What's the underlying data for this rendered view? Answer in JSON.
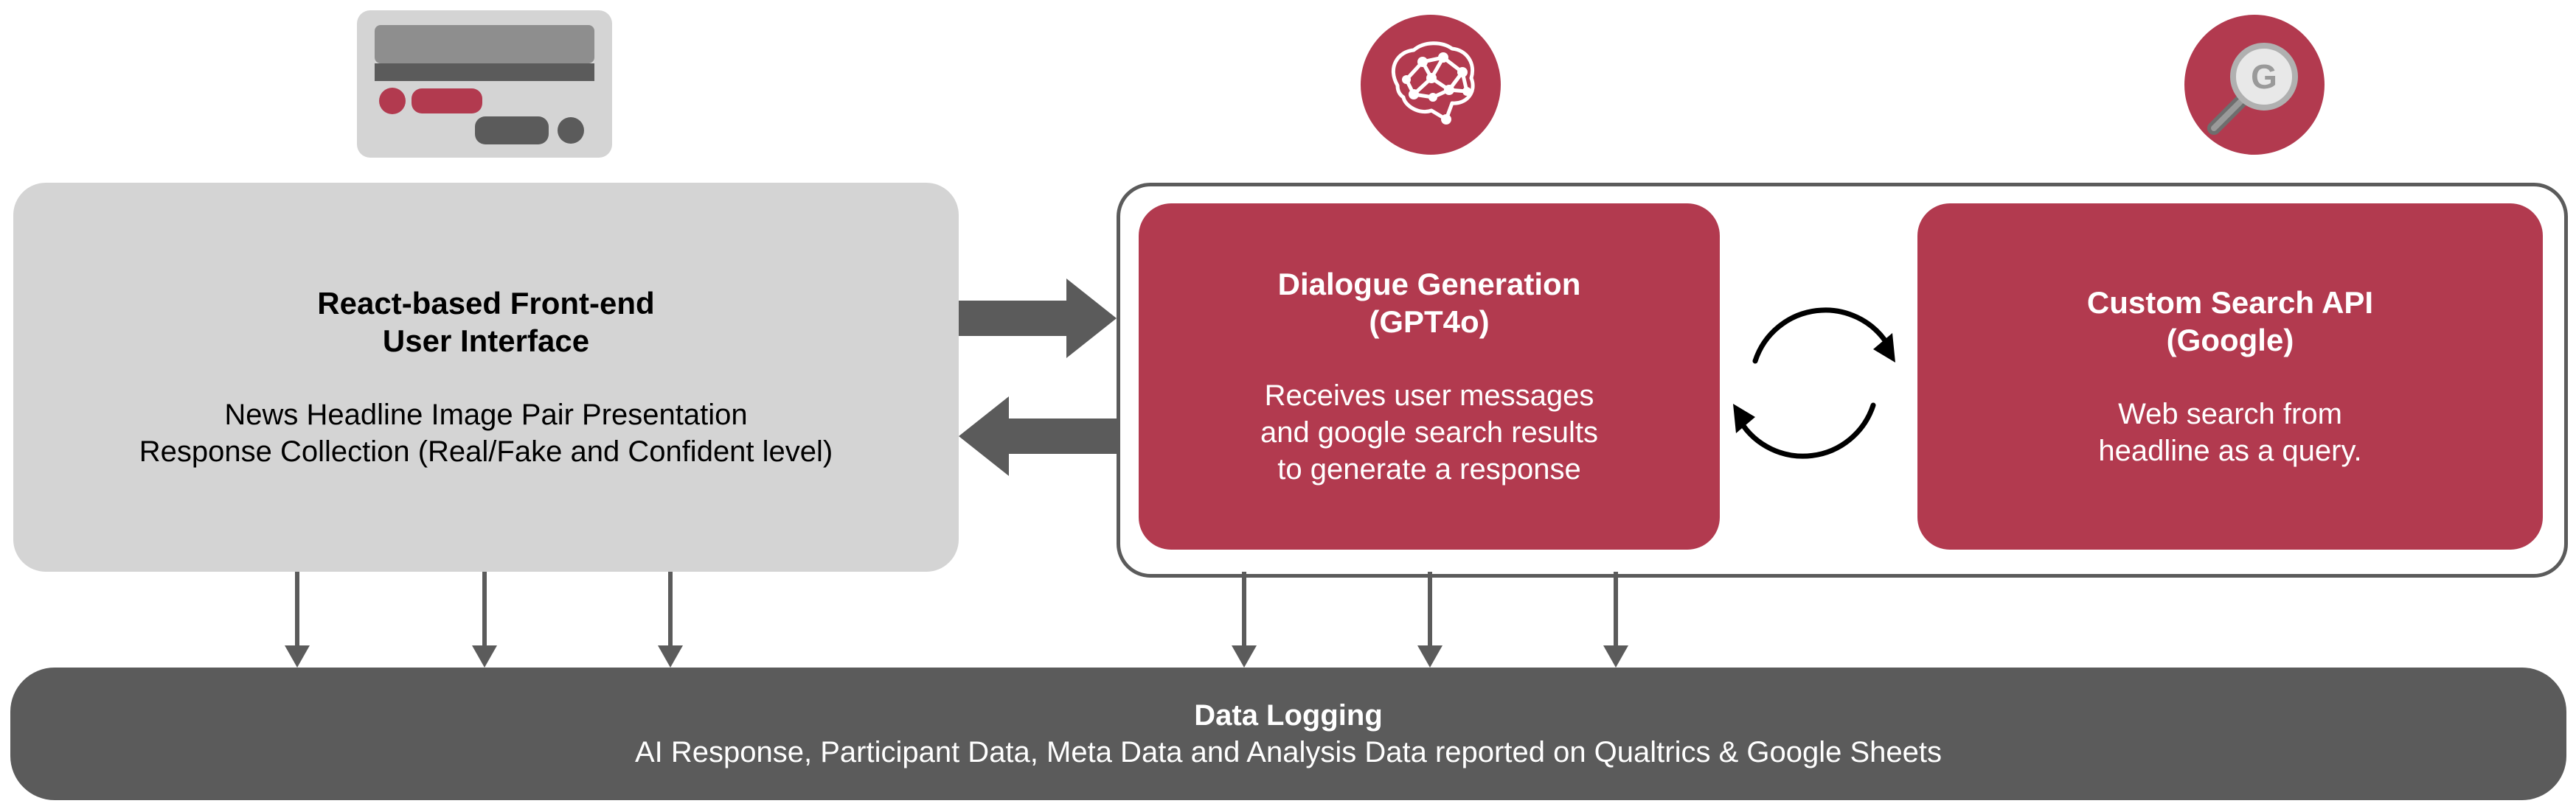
{
  "frontend": {
    "title": "React-based Front-end\nUser Interface",
    "description": "News Headline Image Pair Presentation\nResponse Collection (Real/Fake and Confident level)"
  },
  "dialogue": {
    "title": "Dialogue Generation\n(GPT4o)",
    "description": "Receives user messages\nand google search results\nto generate a response"
  },
  "search": {
    "title": "Custom Search API\n(Google)",
    "description": "Web search from\nheadline as a query."
  },
  "logging": {
    "title": "Data Logging",
    "description": "AI Response, Participant Data, Meta Data and Analysis Data reported on Qualtrics & Google Sheets"
  },
  "icons": [
    "ui-mockup-icon",
    "brain-network-icon",
    "google-search-icon",
    "sync-cycle-icon"
  ],
  "colors": {
    "accent": "#b23a4f",
    "frontend_bg": "#d4d4d4",
    "dark": "#5b5b5b"
  }
}
